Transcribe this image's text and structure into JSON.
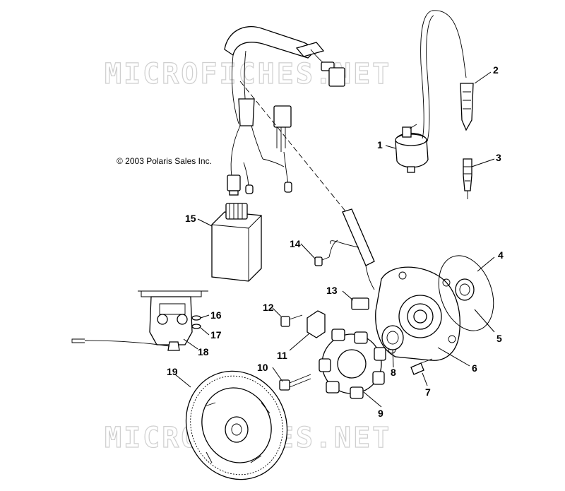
{
  "copyright": "© 2003 Polaris Sales Inc.",
  "watermark": "MICROFICHES.NET",
  "callouts": {
    "c1": "1",
    "c2": "2",
    "c3": "3",
    "c4": "4",
    "c5": "5",
    "c6": "6",
    "c7": "7",
    "c8": "8",
    "c9": "9",
    "c10": "10",
    "c11": "11",
    "c12": "12",
    "c13": "13",
    "c14": "14",
    "c15": "15",
    "c16": "16",
    "c17": "17",
    "c18": "18",
    "c19": "19"
  }
}
